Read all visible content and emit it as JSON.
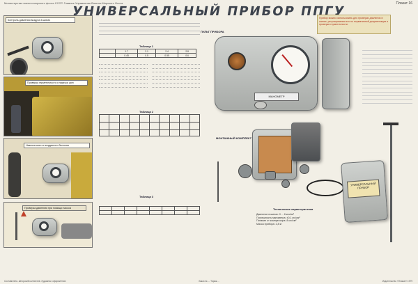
{
  "header": {
    "top_line": "Министерство военно-морского флота СССР. Главное Управление Военно-Морского Флота",
    "sheet_number": "Плакат 16"
  },
  "title": "УНИВЕРСАЛЬНЫЙ ПРИБОР ППГУ",
  "note": "Прибор можно использовать для проверки давления в шинах, регулирования его по нормативной документации и проверки герметичности.",
  "left_panels": {
    "p1": "Контроль давления воздуха в шинах",
    "p2": "Проверка герметичности и накачка шин",
    "p3": "Накачка шин от воздушного баллона",
    "p4": "Проверка давления при помощи насоса"
  },
  "device_labels": {
    "front": "ПУЛЬТ ПРИБОРА",
    "kit": "МОНТАЖНЫЙ КОМПЛЕКТ",
    "gauge_caption": "МАНОМЕТР",
    "lid_label": "УНИВЕРСАЛЬНЫЙ ПРИБОР"
  },
  "tables": {
    "t1_title": "Таблица 1",
    "t1_row1": [
      "1.7",
      "2.1",
      "2.4",
      "2.8"
    ],
    "t1_row2": [
      "0.45",
      "0.5",
      "0.55",
      "0.6"
    ],
    "t2_title": "Таблица 2",
    "t3_title": "Таблица 3"
  },
  "specs": {
    "title": "Технические характеристики",
    "rows": [
      "Давление в шинах: 0 ... 6 кгс/см²",
      "Погрешность манометра: ±0,1 кгс/см²",
      "Питание от компрессора: 8 кгс/см²",
      "Масса прибора: 2,8 кг"
    ]
  },
  "footer": {
    "left": "Составитель: авторский коллектив. Художник: оформление.",
    "middle": "Заказ № ... Тираж ...",
    "right": "Издательство «Плакат» 1979"
  },
  "colors": {
    "accent_title": "#3d434d",
    "note_text": "#b03820",
    "panel_bg": "#ddd3b3"
  }
}
